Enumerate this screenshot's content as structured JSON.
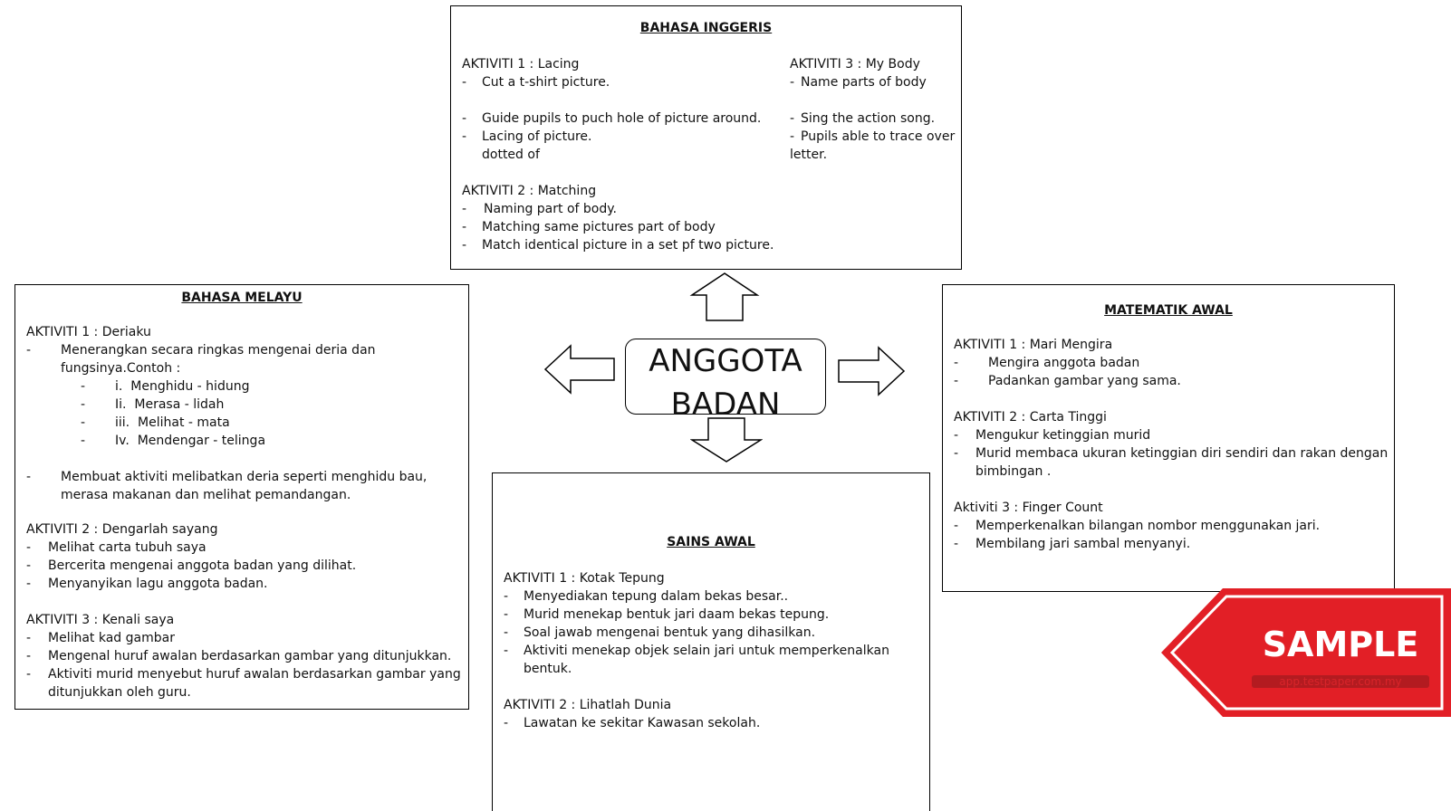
{
  "center": {
    "line1": "ANGGOTA",
    "line2": "BADAN"
  },
  "inggeris": {
    "title": "BAHASA INGGERIS",
    "a1": {
      "head": "AKTIVITI 1 : Lacing",
      "items": [
        "Cut a t-shirt picture.",
        "Guide pupils to puch hole of picture around.",
        "Lacing of picture.",
        "dotted of"
      ]
    },
    "a2": {
      "head": "AKTIVITI 2 : Matching",
      "items": [
        "Naming part of body.",
        "Matching same pictures part of body",
        "Match identical picture in a set pf two picture."
      ]
    },
    "a3": {
      "head": "AKTIVITI 3 : My Body",
      "items": [
        "Name parts of body",
        "Sing the action song.",
        "Pupils able to trace over",
        "letter."
      ]
    }
  },
  "melayu": {
    "title": "BAHASA MELAYU",
    "a1": {
      "head": "AKTIVITI 1 : Deriaku",
      "item1a": "Menerangkan secara ringkas mengenai deria dan",
      "item1b": "fungsinya.Contoh :",
      "subs": [
        {
          "num": "i.",
          "text": "Menghidu  - hidung"
        },
        {
          "num": "Ii.",
          "text": "Merasa  - lidah"
        },
        {
          "num": "iii.",
          "text": "Melihat  - mata"
        },
        {
          "num": "Iv.",
          "text": "Mendengar  - telinga"
        }
      ],
      "item2a": "Membuat aktiviti melibatkan deria seperti menghidu bau,",
      "item2b": "merasa makanan dan melihat pemandangan."
    },
    "a2": {
      "head": "AKTIVITI 2 : Dengarlah sayang",
      "items": [
        "Melihat carta tubuh saya",
        "Bercerita mengenai anggota badan yang dilihat.",
        "Menyanyikan lagu anggota badan."
      ]
    },
    "a3": {
      "head": "AKTIVITI 3 : Kenali saya",
      "items": [
        "Melihat kad gambar",
        "Mengenal huruf awalan berdasarkan gambar yang ditunjukkan.",
        "Aktiviti murid menyebut huruf awalan berdasarkan gambar yang",
        "ditunjukkan oleh guru."
      ]
    }
  },
  "matematik": {
    "title": "MATEMATIK AWAL",
    "a1": {
      "head": "AKTIVITI 1 : Mari Mengira",
      "items": [
        "Mengira anggota badan",
        "Padankan gambar yang sama."
      ]
    },
    "a2": {
      "head": "AKTIVITI 2 : Carta Tinggi",
      "items": [
        "Mengukur ketinggian murid",
        "Murid membaca ukuran ketinggian diri sendiri dan rakan dengan",
        "bimbingan ."
      ]
    },
    "a3": {
      "head": "Aktiviti 3 : Finger Count",
      "items": [
        "Memperkenalkan bilangan nombor menggunakan jari.",
        "Membilang jari sambal menyanyi."
      ]
    }
  },
  "sains": {
    "title": "SAINS AWAL",
    "a1": {
      "head": "AKTIVITI 1 : Kotak Tepung",
      "items": [
        "Menyediakan tepung dalam bekas besar..",
        "Murid menekap bentuk jari daam bekas tepung.",
        "Soal jawab mengenai bentuk yang dihasilkan.",
        "Aktiviti menekap objek selain jari untuk memperkenalkan",
        "bentuk."
      ]
    },
    "a2": {
      "head": "AKTIVITI 2 : Lihatlah Dunia",
      "items": [
        "Lawatan ke sekitar Kawasan sekolah."
      ]
    }
  },
  "stamp": {
    "text": "SAMPLE",
    "sub": "app.testpaper.com.my",
    "color": "#e21f26"
  },
  "dash": "-"
}
